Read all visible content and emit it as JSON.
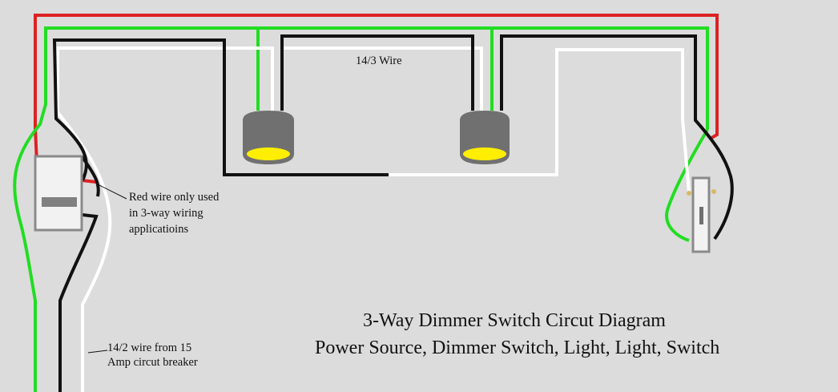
{
  "labels": {
    "wire_14_3": "14/3 Wire",
    "red_wire_note": [
      "Red wire only used",
      "in 3-way wiring",
      "applicatioins"
    ],
    "source_note": [
      "14/2 wire from 15",
      "Amp circut breaker"
    ]
  },
  "title": {
    "line1": "3-Way Dimmer Switch Circut Diagram",
    "line2": "Power Source, Dimmer Switch, Light, Light, Switch"
  },
  "colors": {
    "background": "#dcdcdc",
    "hot_black": "#111111",
    "neutral_white": "#ffffff",
    "ground_green": "#22dd22",
    "traveler_red": "#dd2222",
    "fixture_gray": "#707070",
    "bulb_yellow": "#ffee00"
  }
}
